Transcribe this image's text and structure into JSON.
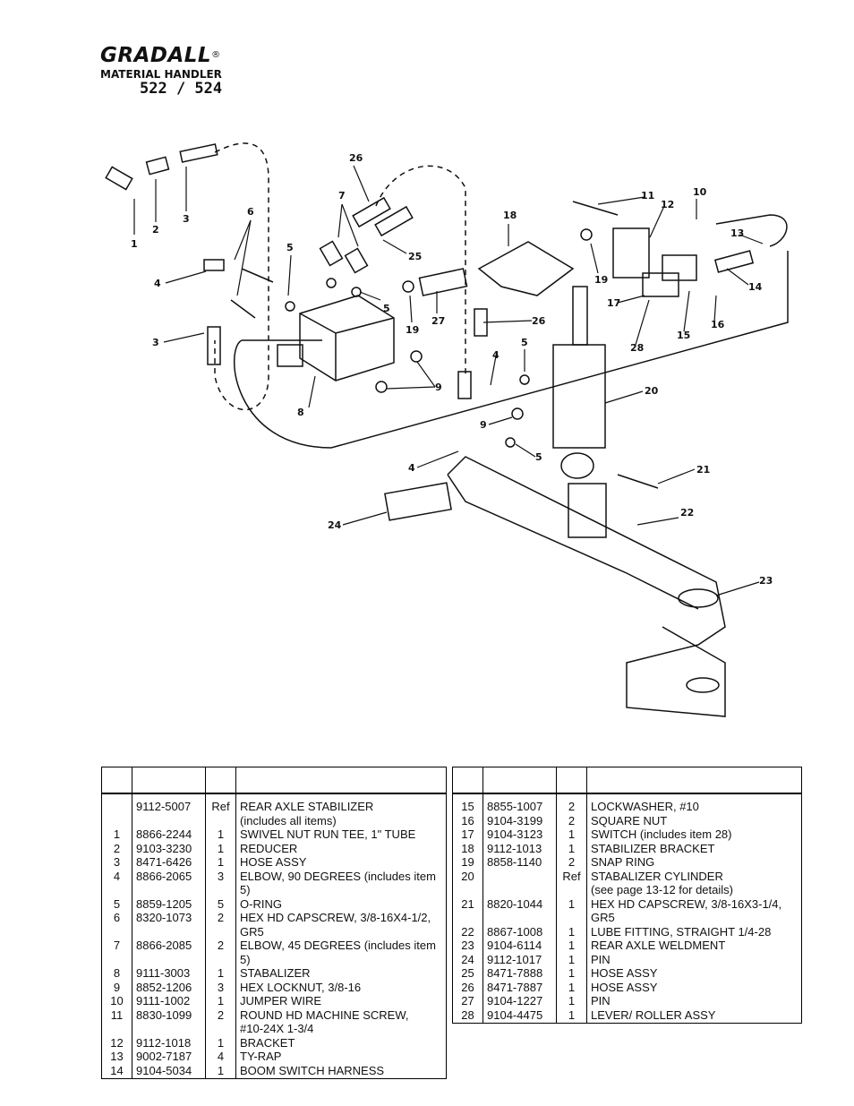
{
  "header": {
    "brand": "GRADALL",
    "registered_mark": "®",
    "subtitle": "MATERIAL HANDLER",
    "model": "522 / 524"
  },
  "diagram": {
    "callouts": [
      "1",
      "2",
      "3",
      "26",
      "7",
      "18",
      "11",
      "12",
      "10",
      "13",
      "6",
      "25",
      "4",
      "5",
      "5",
      "19",
      "27",
      "26",
      "19",
      "17",
      "14",
      "16",
      "15",
      "28",
      "3",
      "4",
      "5",
      "20",
      "9",
      "8",
      "9",
      "4",
      "5",
      "21",
      "24",
      "22",
      "23"
    ]
  },
  "parts_table": {
    "headers": [
      "",
      "",
      "",
      ""
    ],
    "left_rows": [
      {
        "item": "",
        "part": "9112-5007",
        "qty": "Ref",
        "desc": "REAR AXLE STABILIZER\n(includes all items)"
      },
      {
        "item": "1",
        "part": "8866-2244",
        "qty": "1",
        "desc": "SWIVEL NUT RUN TEE, 1\" TUBE"
      },
      {
        "item": "2",
        "part": "9103-3230",
        "qty": "1",
        "desc": "REDUCER"
      },
      {
        "item": "3",
        "part": "8471-6426",
        "qty": "1",
        "desc": "HOSE ASSY"
      },
      {
        "item": "4",
        "part": "8866-2065",
        "qty": "3",
        "desc": "ELBOW, 90 DEGREES (includes item 5)"
      },
      {
        "item": "5",
        "part": "8859-1205",
        "qty": "5",
        "desc": "O-RING"
      },
      {
        "item": "6",
        "part": "8320-1073",
        "qty": "2",
        "desc": "HEX HD CAPSCREW, 3/8-16X4-1/2, GR5"
      },
      {
        "item": "7",
        "part": "8866-2085",
        "qty": "2",
        "desc": "ELBOW, 45 DEGREES (includes item 5)"
      },
      {
        "item": "8",
        "part": "9111-3003",
        "qty": "1",
        "desc": "STABALIZER"
      },
      {
        "item": "9",
        "part": "8852-1206",
        "qty": "3",
        "desc": "HEX LOCKNUT, 3/8-16"
      },
      {
        "item": "10",
        "part": "9111-1002",
        "qty": "1",
        "desc": "JUMPER WIRE"
      },
      {
        "item": "11",
        "part": "8830-1099",
        "qty": "2",
        "desc": "ROUND HD MACHINE SCREW,\n#10-24X 1-3/4"
      },
      {
        "item": "12",
        "part": "9112-1018",
        "qty": "1",
        "desc": "BRACKET"
      },
      {
        "item": "13",
        "part": "9002-7187",
        "qty": "4",
        "desc": "TY-RAP"
      },
      {
        "item": "14",
        "part": "9104-5034",
        "qty": "1",
        "desc": "BOOM SWITCH HARNESS"
      }
    ],
    "right_rows": [
      {
        "item": "15",
        "part": "8855-1007",
        "qty": "2",
        "desc": "LOCKWASHER, #10"
      },
      {
        "item": "16",
        "part": "9104-3199",
        "qty": "2",
        "desc": "SQUARE NUT"
      },
      {
        "item": "17",
        "part": "9104-3123",
        "qty": "1",
        "desc": "SWITCH (includes item 28)"
      },
      {
        "item": "18",
        "part": "9112-1013",
        "qty": "1",
        "desc": "STABILIZER BRACKET"
      },
      {
        "item": "19",
        "part": "8858-1140",
        "qty": "2",
        "desc": "SNAP RING"
      },
      {
        "item": "20",
        "part": "",
        "qty": "Ref",
        "desc": "STABALIZER CYLINDER\n(see page 13-12 for details)"
      },
      {
        "item": "21",
        "part": "8820-1044",
        "qty": "1",
        "desc": "HEX HD CAPSCREW, 3/8-16X3-1/4,\nGR5"
      },
      {
        "item": "22",
        "part": "8867-1008",
        "qty": "1",
        "desc": "LUBE FITTING, STRAIGHT 1/4-28"
      },
      {
        "item": "23",
        "part": "9104-6114",
        "qty": "1",
        "desc": "REAR AXLE WELDMENT"
      },
      {
        "item": "24",
        "part": "9112-1017",
        "qty": "1",
        "desc": "PIN"
      },
      {
        "item": "25",
        "part": "8471-7888",
        "qty": "1",
        "desc": "HOSE ASSY"
      },
      {
        "item": "26",
        "part": "8471-7887",
        "qty": "1",
        "desc": "HOSE ASSY"
      },
      {
        "item": "27",
        "part": "9104-1227",
        "qty": "1",
        "desc": "PIN"
      },
      {
        "item": "28",
        "part": "9104-4475",
        "qty": "1",
        "desc": "LEVER/ ROLLER ASSY"
      }
    ]
  }
}
